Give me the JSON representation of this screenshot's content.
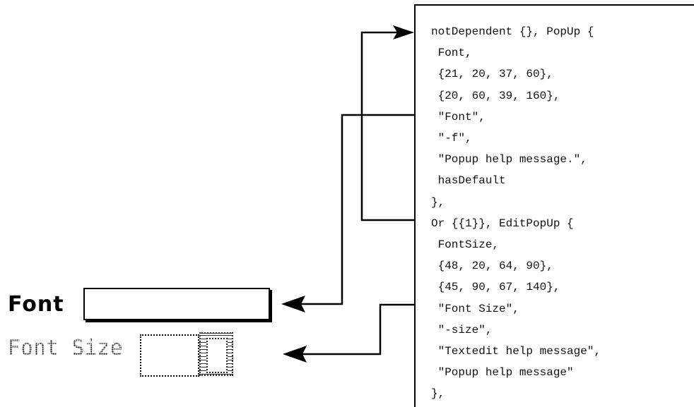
{
  "code_panel": {
    "lines": [
      "notDependent {}, PopUp {",
      " Font,",
      " {21, 20, 37, 60},",
      " {20, 60, 39, 160},",
      " \"Font\",",
      " \"-f\",",
      " \"Popup help message.\",",
      " hasDefault",
      "},",
      "Or {{1}}, EditPopUp {",
      " FontSize,",
      " {48, 20, 64, 90},",
      " {45, 90, 67, 140},",
      " \"Font Size\",",
      " \"-size\",",
      " \"Textedit help message\",",
      " \"Popup help message\"",
      "},"
    ]
  },
  "ui_mock": {
    "font_label": "Font",
    "font_size_label": "Font Size"
  }
}
